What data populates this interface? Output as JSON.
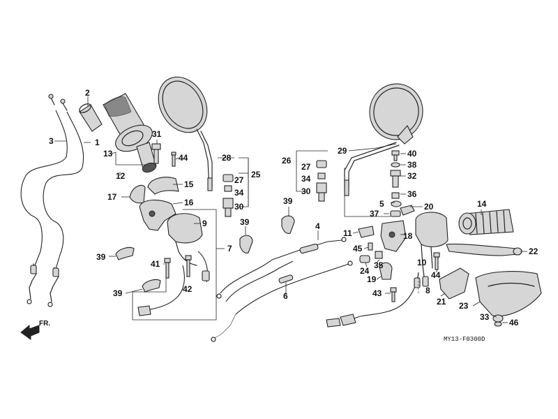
{
  "diagram": {
    "drawing_code": "MY13-F0300D",
    "front_label": "FR.",
    "callouts": {
      "c1": "1",
      "c2": "2",
      "c3": "3",
      "c4": "4",
      "c5": "5",
      "c6": "6",
      "c7": "7",
      "c8": "8",
      "c9": "9",
      "c10": "10",
      "c11": "11",
      "c12": "12",
      "c13": "13",
      "c14": "14",
      "c15": "15",
      "c16": "16",
      "c17": "17",
      "c18": "18",
      "c19": "19",
      "c20": "20",
      "c21": "21",
      "c22": "22",
      "c23": "23",
      "c24": "24",
      "c25": "25",
      "c26": "26",
      "c27a": "27",
      "c27b": "27",
      "c28": "28",
      "c29": "29",
      "c30a": "30",
      "c30b": "30",
      "c31": "31",
      "c32": "32",
      "c33": "33",
      "c34a": "34",
      "c34b": "34",
      "c35": "35",
      "c36": "36",
      "c37": "37",
      "c38": "38",
      "c39a": "39",
      "c39b": "39",
      "c39c": "39",
      "c39d": "39",
      "c40": "40",
      "c41": "41",
      "c42": "42",
      "c43": "43",
      "c44a": "44",
      "c44b": "44",
      "c45": "45",
      "c46": "46"
    }
  }
}
